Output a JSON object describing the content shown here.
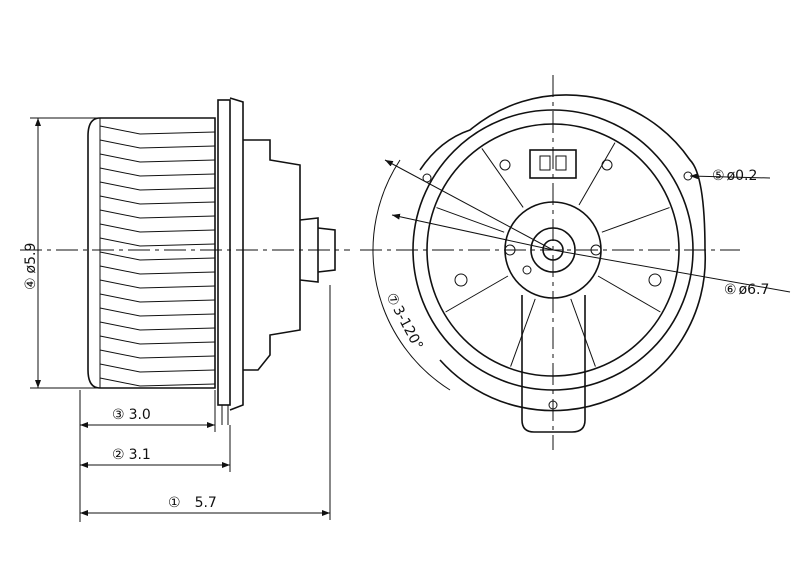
{
  "dimensions": {
    "d1": {
      "marker": "①",
      "value": "5.7"
    },
    "d2": {
      "marker": "②",
      "value": "3.1"
    },
    "d3": {
      "marker": "③",
      "value": "3.0"
    },
    "d4": {
      "marker": "④",
      "value": "ø5.9"
    },
    "d5": {
      "marker": "⑤",
      "value": "ø0.2"
    },
    "d6": {
      "marker": "⑥",
      "value": "ø6.7"
    },
    "d7": {
      "marker": "⑦",
      "value": "3-120°"
    }
  }
}
